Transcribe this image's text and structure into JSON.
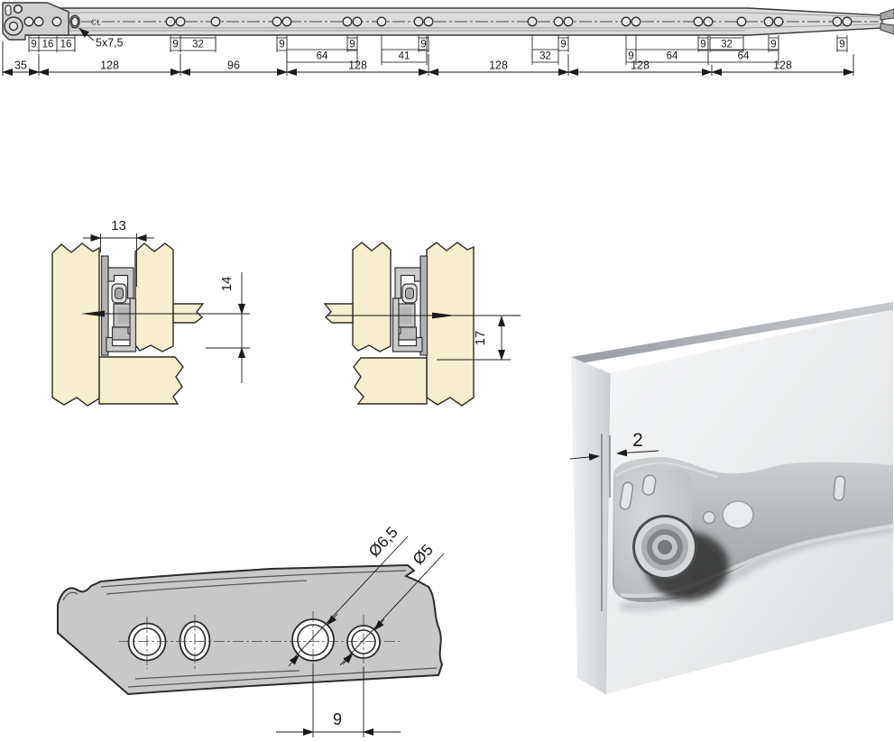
{
  "top_view": {
    "centerline_label": "CL",
    "slot_callout": "5x7,5",
    "hole_dims_upper": [
      "9",
      "16",
      "16",
      "9",
      "32",
      "9",
      "9",
      "9",
      "9",
      "9",
      "32",
      "9",
      "9"
    ],
    "hole_dims_lower": [
      "64",
      "41",
      "32",
      "9",
      "64",
      "64"
    ],
    "segment_dims": [
      "35",
      "128",
      "96",
      "128",
      "128",
      "128",
      "128"
    ]
  },
  "section_left": {
    "width_dim": "13",
    "height_dim": "14"
  },
  "section_right": {
    "height_dim": "17"
  },
  "hole_detail": {
    "outer_diameter": "Ø6,5",
    "inner_diameter": "Ø5",
    "hole_spacing": "9"
  },
  "panel_3d": {
    "edge_offset": "2"
  }
}
